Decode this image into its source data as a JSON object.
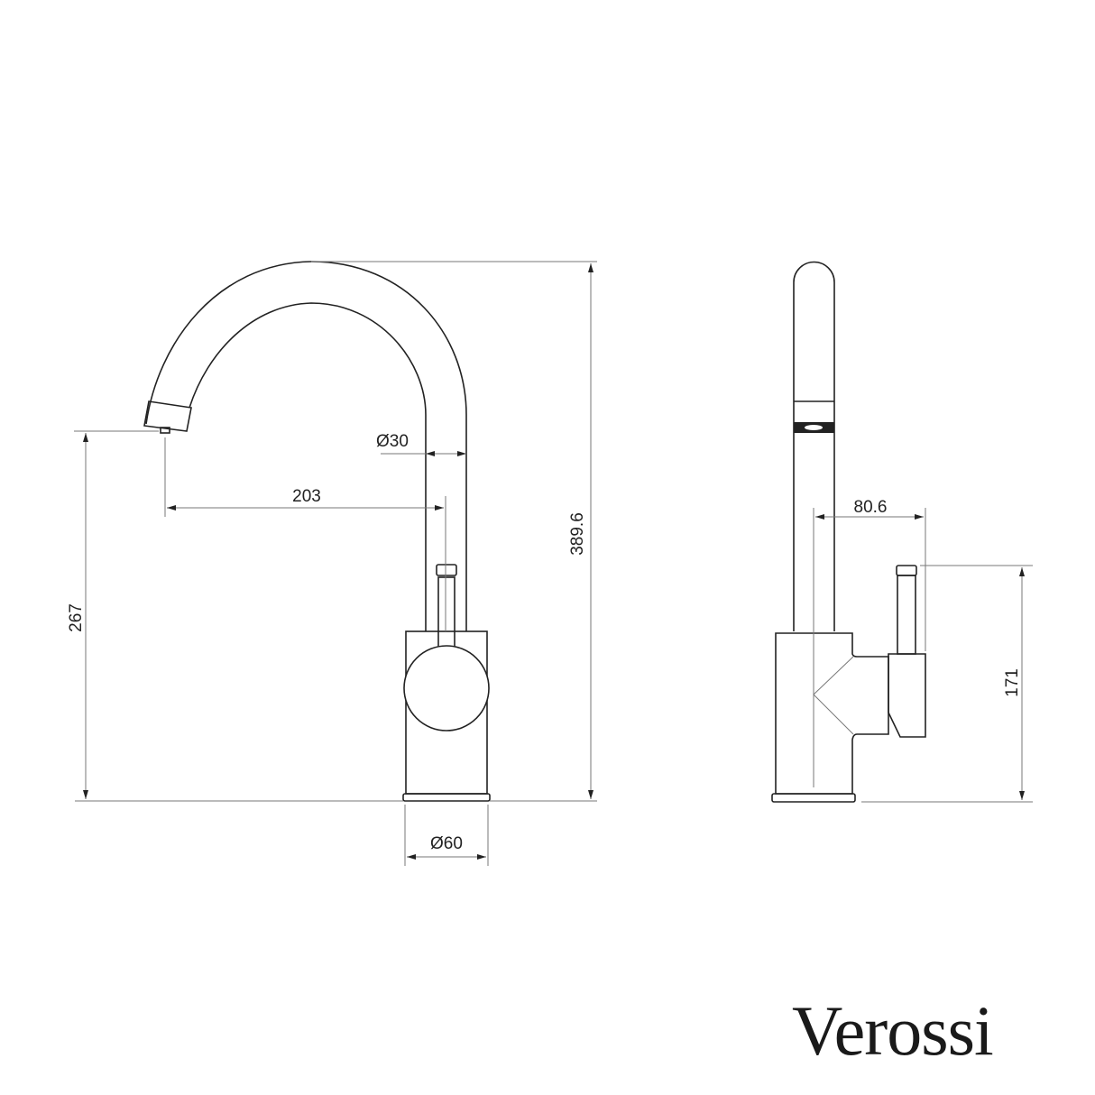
{
  "dimensions": {
    "overall_height": "389.6",
    "spout_outlet_height": "267",
    "spout_reach": "203",
    "spout_diameter": "Ø30",
    "base_diameter": "Ø60",
    "handle_offset": "80.6",
    "handle_height": "171"
  },
  "brand": {
    "logo_text": "Verossi"
  },
  "colors": {
    "line": "#222222",
    "dimension": "#777777"
  }
}
